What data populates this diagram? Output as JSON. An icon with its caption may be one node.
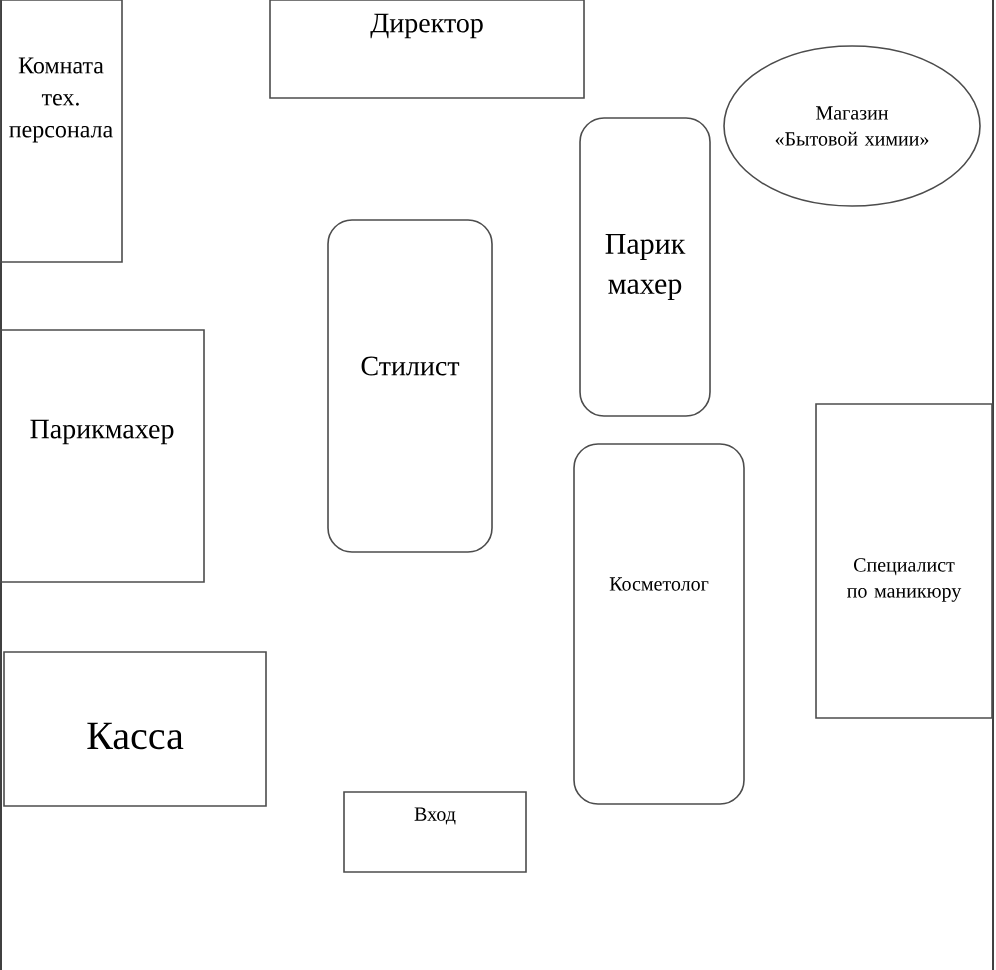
{
  "diagram": {
    "nodes": [
      {
        "text": [
          "Комната тех. персонала"
        ]
      },
      {
        "text": [
          "Директор"
        ]
      },
      {
        "text": [
          "Магазин «Бытовой химии»"
        ]
      },
      {
        "text": [
          "Парик махер"
        ]
      },
      {
        "text": [
          "Стилист"
        ]
      },
      {
        "text": [
          "Парикмахер"
        ]
      },
      {
        "text": [
          "Косметолог"
        ]
      },
      {
        "text": [
          "Специалист по маникюру"
        ]
      },
      {
        "text": [
          "Касса"
        ]
      },
      {
        "text": [
          "Вход"
        ]
      }
    ]
  }
}
